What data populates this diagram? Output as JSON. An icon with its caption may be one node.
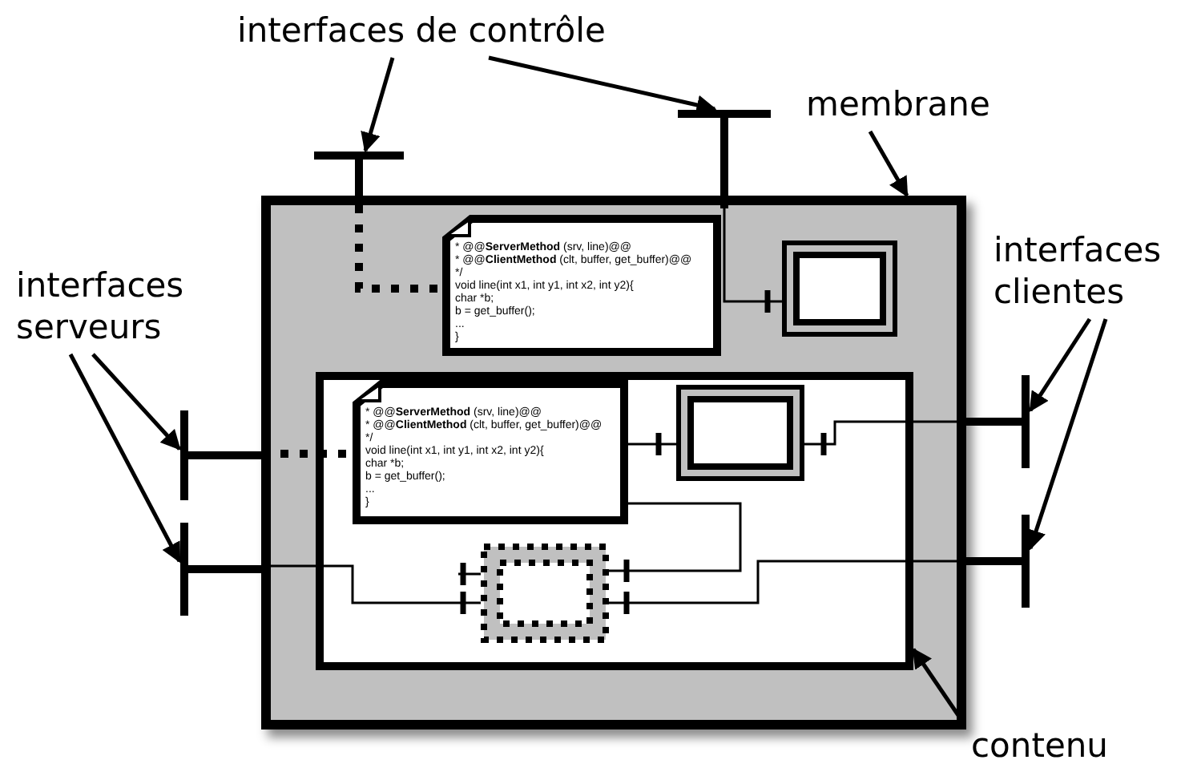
{
  "diagram": {
    "nodes": [
      {
        "text": [],
        "shape": "box"
      },
      {
        "text": [],
        "shape": "bar"
      },
      {
        "text": [],
        "shape": "bar"
      },
      {
        "text": [
          "* @@**ServerMethod** (srv, line)@@",
          "* @@**ClientMethod** (clt, buffer, get_buffer)@@",
          "*/",
          "void line(int x1, int y1, int x2, int y2){",
          "char *b;",
          "b = get_buffer();",
          "...",
          "}"
        ],
        "in": 0
      },
      {
        "text": [],
        "shape": "box",
        "in": 0
      },
      {
        "text": [],
        "shape": "box",
        "in": 0
      },
      {
        "text": [
          "* @@**ServerMethod** (srv, line)@@",
          "* @@**ClientMethod** (clt, buffer, get_buffer)@@",
          "*/",
          "void line(int x1, int y1, int x2, int y2){",
          "char *b;",
          "b = get_buffer();",
          "...",
          "}"
        ],
        "in": 5
      },
      {
        "text": [],
        "shape": "box",
        "in": 5
      },
      {
        "text": [],
        "shape": "box",
        "in": 5
      },
      {
        "text": [],
        "shape": "bar"
      },
      {
        "text": [],
        "shape": "bar"
      },
      {
        "text": [],
        "shape": "bar"
      },
      {
        "text": [],
        "shape": "bar"
      },
      {
        "text": [
          "interfaces de contrôle"
        ]
      },
      {
        "text": [
          "membrane"
        ]
      },
      {
        "text": [
          "interfaces serveurs"
        ]
      },
      {
        "text": [
          "interfaces clientes"
        ]
      },
      {
        "text": [
          "contenu"
        ]
      }
    ],
    "edges": [
      {
        "from": 13,
        "to": 1,
        "arrow": "to"
      },
      {
        "from": 13,
        "to": 2,
        "arrow": "to"
      },
      {
        "from": 14,
        "to": 0,
        "arrow": "to"
      },
      {
        "from": 15,
        "to": 9,
        "arrow": "to"
      },
      {
        "from": 15,
        "to": 10,
        "arrow": "to"
      },
      {
        "from": 16,
        "to": 11,
        "arrow": "to"
      },
      {
        "from": 16,
        "to": 12,
        "arrow": "to"
      },
      {
        "from": 17,
        "to": 5,
        "arrow": "to"
      },
      {
        "from": 1,
        "to": 3,
        "arrow": "none",
        "style": "dashed"
      },
      {
        "from": 2,
        "to": 4,
        "arrow": "none"
      },
      {
        "from": 9,
        "to": 6,
        "arrow": "none",
        "style": "dashed"
      },
      {
        "from": 10,
        "to": 8,
        "arrow": "none"
      },
      {
        "from": 8,
        "to": 7,
        "arrow": "none"
      },
      {
        "from": 7,
        "to": 11,
        "arrow": "none"
      },
      {
        "from": 8,
        "to": 12,
        "arrow": "none"
      }
    ]
  }
}
